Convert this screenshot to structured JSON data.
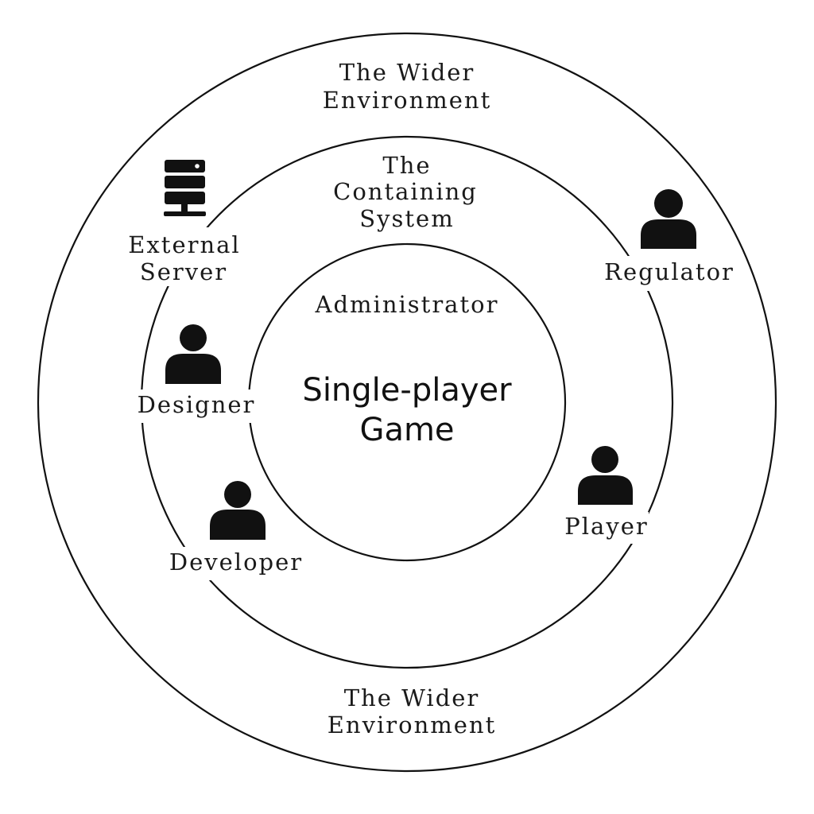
{
  "diagram": {
    "center": {
      "line1": "Single-player",
      "line2": "Game"
    },
    "inner_label": "Administrator",
    "containing_system": {
      "line1": "The",
      "line2": "Containing",
      "line3": "System"
    },
    "wider_environment_top": {
      "line1": "The Wider",
      "line2": "Environment"
    },
    "wider_environment_bottom": {
      "line1": "The Wider",
      "line2": "Environment"
    },
    "stakeholders": {
      "external_server": {
        "line1": "External",
        "line2": "Server",
        "icon": "server-icon"
      },
      "designer": {
        "label": "Designer",
        "icon": "person-icon"
      },
      "developer": {
        "label": "Developer",
        "icon": "person-icon"
      },
      "regulator": {
        "label": "Regulator",
        "icon": "person-icon"
      },
      "player": {
        "label": "Player",
        "icon": "person-icon"
      }
    },
    "colors": {
      "stroke": "#111111",
      "background": "#ffffff"
    }
  }
}
